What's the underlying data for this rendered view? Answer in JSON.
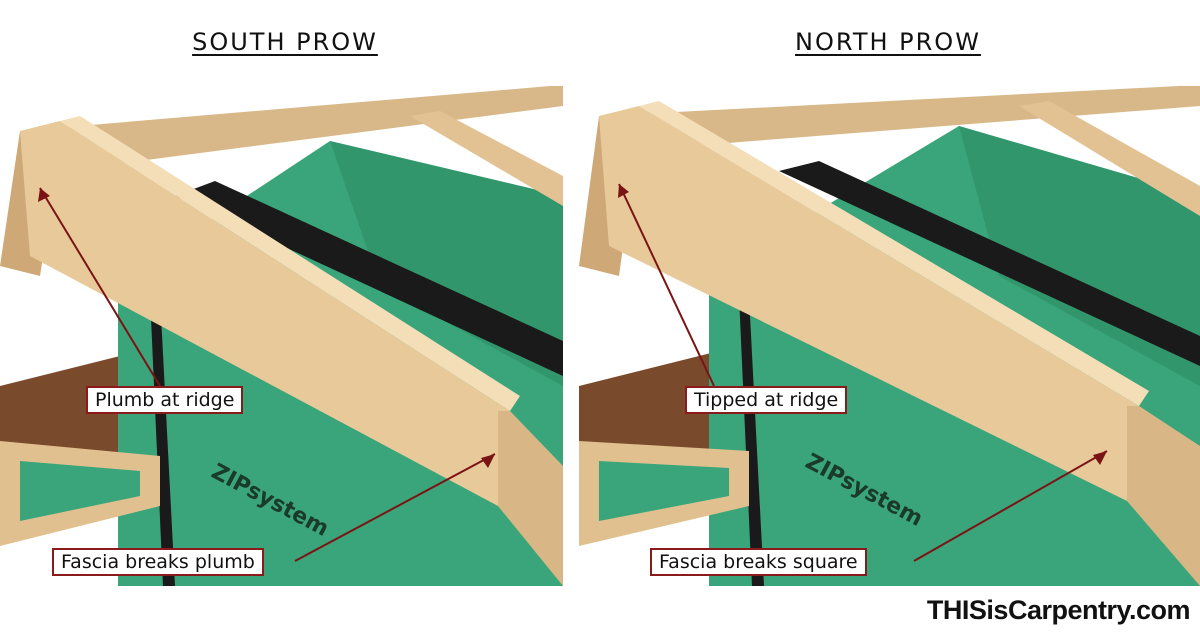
{
  "panels": {
    "left": {
      "title": "SOUTH PROW",
      "callout_top": "Plumb at ridge",
      "callout_bottom": "Fascia breaks plumb",
      "sheathing_brand": "ZIPsystem"
    },
    "right": {
      "title": "NORTH PROW",
      "callout_top": "Tipped at ridge",
      "callout_bottom": "Fascia breaks square",
      "sheathing_brand": "ZIPsystem"
    }
  },
  "brand": "THISisCarpentry.com",
  "colors": {
    "sheathing": "#3aa57a",
    "tape": "#1a1a1a",
    "lumber": "#e8c99a",
    "lumber_dark": "#cfa877",
    "callout_border": "#8b1a1a",
    "arrow": "#7a1414",
    "subfloor": "#7a4a2c"
  }
}
